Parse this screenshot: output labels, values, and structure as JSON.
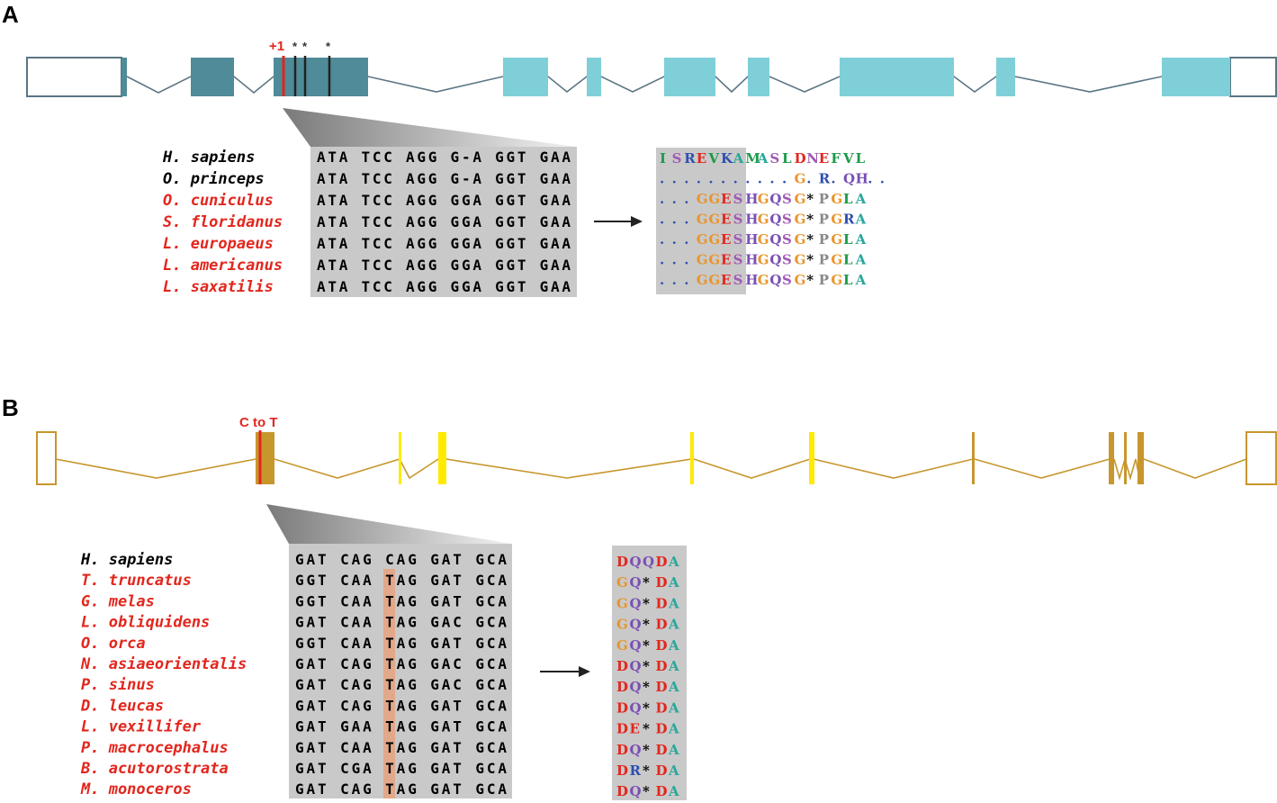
{
  "panels": {
    "a": {
      "letter": "A",
      "mutation_label": "+1",
      "stop_marks": [
        "*",
        "*",
        "*"
      ],
      "colors": {
        "coding_dark": "#4f8b98",
        "coding_light": "#7fcfd8",
        "outline": "#5b7684",
        "mutation": "#e2261d"
      },
      "species": [
        {
          "name": "H. sapiens",
          "color": "#000000"
        },
        {
          "name": "O. princeps",
          "color": "#000000"
        },
        {
          "name": "O. cuniculus",
          "color": "#e2261d"
        },
        {
          "name": "S. floridanus",
          "color": "#e2261d"
        },
        {
          "name": "L. europaeus",
          "color": "#e2261d"
        },
        {
          "name": "L. americanus",
          "color": "#e2261d"
        },
        {
          "name": "L. saxatilis",
          "color": "#e2261d"
        }
      ],
      "sequences": [
        "ATA TCC AGG G-A GGT GAA",
        "ATA TCC AGG G-A GGT GAA",
        "ATA TCC AGG GGA GGT GAA",
        "ATA TCC AGG GGA GGT GAA",
        "ATA TCC AGG GGA GGT GAA",
        "ATA TCC AGG GGA GGT GAA",
        "ATA TCC AGG GGA GGT GAA"
      ],
      "proteins": [
        "ISREVKAMASLDNEFVL",
        "...........G.R.QH..",
        "...GGESHGQSG*PGLA",
        "...GGESHGQSG*PGRA",
        "...GGESHGQSG*PGLA",
        "...GGESHGQSG*PGLA",
        "...GGESHGQSG*PGLA"
      ]
    },
    "b": {
      "letter": "B",
      "mutation_label": "C to T",
      "colors": {
        "coding": "#c7962d",
        "bright": "#ffea00",
        "outline": "#c7962d",
        "mutation": "#e2261d",
        "highlight": "#e9a07a"
      },
      "species": [
        {
          "name": "H. sapiens",
          "color": "#000000"
        },
        {
          "name": "T. truncatus",
          "color": "#e2261d"
        },
        {
          "name": "G. melas",
          "color": "#e2261d"
        },
        {
          "name": "L. obliquidens",
          "color": "#e2261d"
        },
        {
          "name": "O. orca",
          "color": "#e2261d"
        },
        {
          "name": "N. asiaeorientalis",
          "color": "#e2261d"
        },
        {
          "name": "P. sinus",
          "color": "#e2261d"
        },
        {
          "name": "D. leucas",
          "color": "#e2261d"
        },
        {
          "name": "L. vexillifer",
          "color": "#e2261d"
        },
        {
          "name": "P. macrocephalus",
          "color": "#e2261d"
        },
        {
          "name": "B. acutorostrata",
          "color": "#e2261d"
        },
        {
          "name": "M. monoceros",
          "color": "#e2261d"
        }
      ],
      "sequences": [
        "GAT CAG CAG GAT GCA",
        "GGT CAA TAG GAT GCA",
        "GGT CAA TAG GAT GCA",
        "GAT CAA TAG GAC GCA",
        "GGT CAA TAG GAT GCA",
        "GAT CAG TAG GAC GCA",
        "GAT CAG TAG GAC GCA",
        "GAT CAG TAG GAT GCA",
        "GAT GAA TAG GAT GCA",
        "GAT CAA TAG GAT GCA",
        "GAT CGA TAG GAT GCA",
        "GAT CAG TAG GAT GCA"
      ],
      "proteins": [
        "DQQDA",
        "GQ*DA",
        "GQ*DA",
        "GQ*DA",
        "GQ*DA",
        "DQ*DA",
        "DQ*DA",
        "DQ*DA",
        "DE*DA",
        "DQ*DA",
        "DR*DA",
        "DQ*DA"
      ]
    }
  },
  "residue_colors": {
    "I": "#1e9a4a",
    "S": "#a05bb4",
    "R": "#2f4fae",
    "E": "#e2261d",
    "V": "#1e9a4a",
    "K": "#2f4fae",
    "A": "#2aa79b",
    "M": "#1e9a4a",
    "L": "#1e9a4a",
    "D": "#e2261d",
    "N": "#a05bb4",
    "F": "#1e9a4a",
    "G": "#e9952b",
    "H": "#7a4fb4",
    "Q": "#7a4fb4",
    "P": "#888888",
    "*": "#000000",
    ".": "#2f4fae"
  }
}
